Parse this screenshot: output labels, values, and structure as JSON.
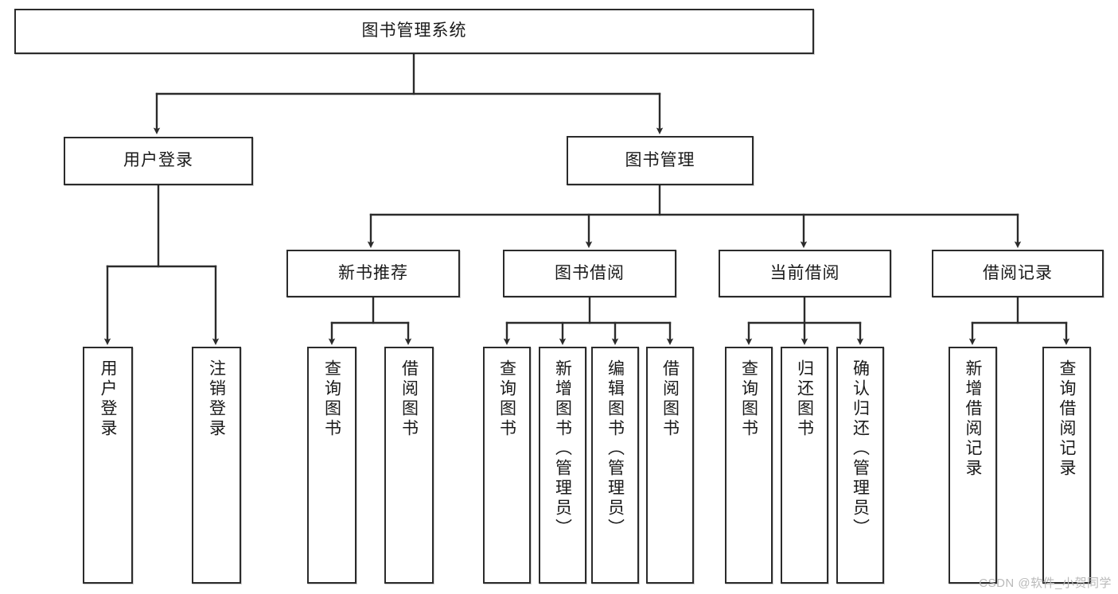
{
  "diagram": {
    "title": "图书管理系统",
    "watermark": "CSDN @软件_小贺同学",
    "colors": {
      "stroke": "#2b2b2b",
      "fill": "#ffffff",
      "text": "#1a1a1a",
      "watermark": "#b9b9b9"
    },
    "level1": [
      {
        "id": "root",
        "label": "图书管理系统"
      }
    ],
    "level2": [
      {
        "id": "user-login",
        "label": "用户登录"
      },
      {
        "id": "book-manage",
        "label": "图书管理"
      }
    ],
    "level3": [
      {
        "id": "new-book-recommend",
        "label": "新书推荐"
      },
      {
        "id": "book-borrow",
        "label": "图书借阅"
      },
      {
        "id": "current-borrow",
        "label": "当前借阅"
      },
      {
        "id": "borrow-record",
        "label": "借阅记录"
      }
    ],
    "leaves": {
      "user_login": [
        {
          "id": "leaf-user-login",
          "label": "用户登录"
        },
        {
          "id": "leaf-logout-login",
          "label": "注销登录"
        }
      ],
      "new_book_recommend": [
        {
          "id": "leaf-query-book-1",
          "label": "查询图书"
        },
        {
          "id": "leaf-borrow-book-1",
          "label": "借阅图书"
        }
      ],
      "book_borrow": [
        {
          "id": "leaf-query-book-2",
          "label": "查询图书"
        },
        {
          "id": "leaf-add-book",
          "label": "新增图书（管理员）"
        },
        {
          "id": "leaf-edit-book",
          "label": "编辑图书（管理员）"
        },
        {
          "id": "leaf-borrow-book-2",
          "label": "借阅图书"
        }
      ],
      "current_borrow": [
        {
          "id": "leaf-query-book-3",
          "label": "查询图书"
        },
        {
          "id": "leaf-return-book",
          "label": "归还图书"
        },
        {
          "id": "leaf-confirm-return",
          "label": "确认归还（管理员）"
        }
      ],
      "borrow_record": [
        {
          "id": "leaf-add-record",
          "label": "新增借阅记录"
        },
        {
          "id": "leaf-query-record",
          "label": "查询借阅记录"
        }
      ]
    }
  }
}
